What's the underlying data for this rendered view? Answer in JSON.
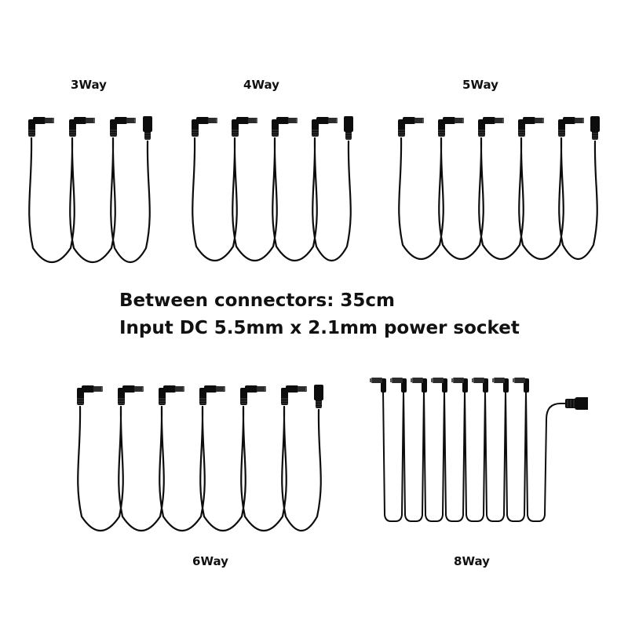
{
  "labels": {
    "three": "3Way",
    "four": "4Way",
    "five": "5Way",
    "six": "6Way",
    "eight": "8Way"
  },
  "caption": {
    "line1": "Between connectors: 35cm",
    "line2": "Input DC 5.5mm x 2.1mm power socket"
  },
  "colors": {
    "cable": "#0d0d0d",
    "background": "#ffffff"
  }
}
